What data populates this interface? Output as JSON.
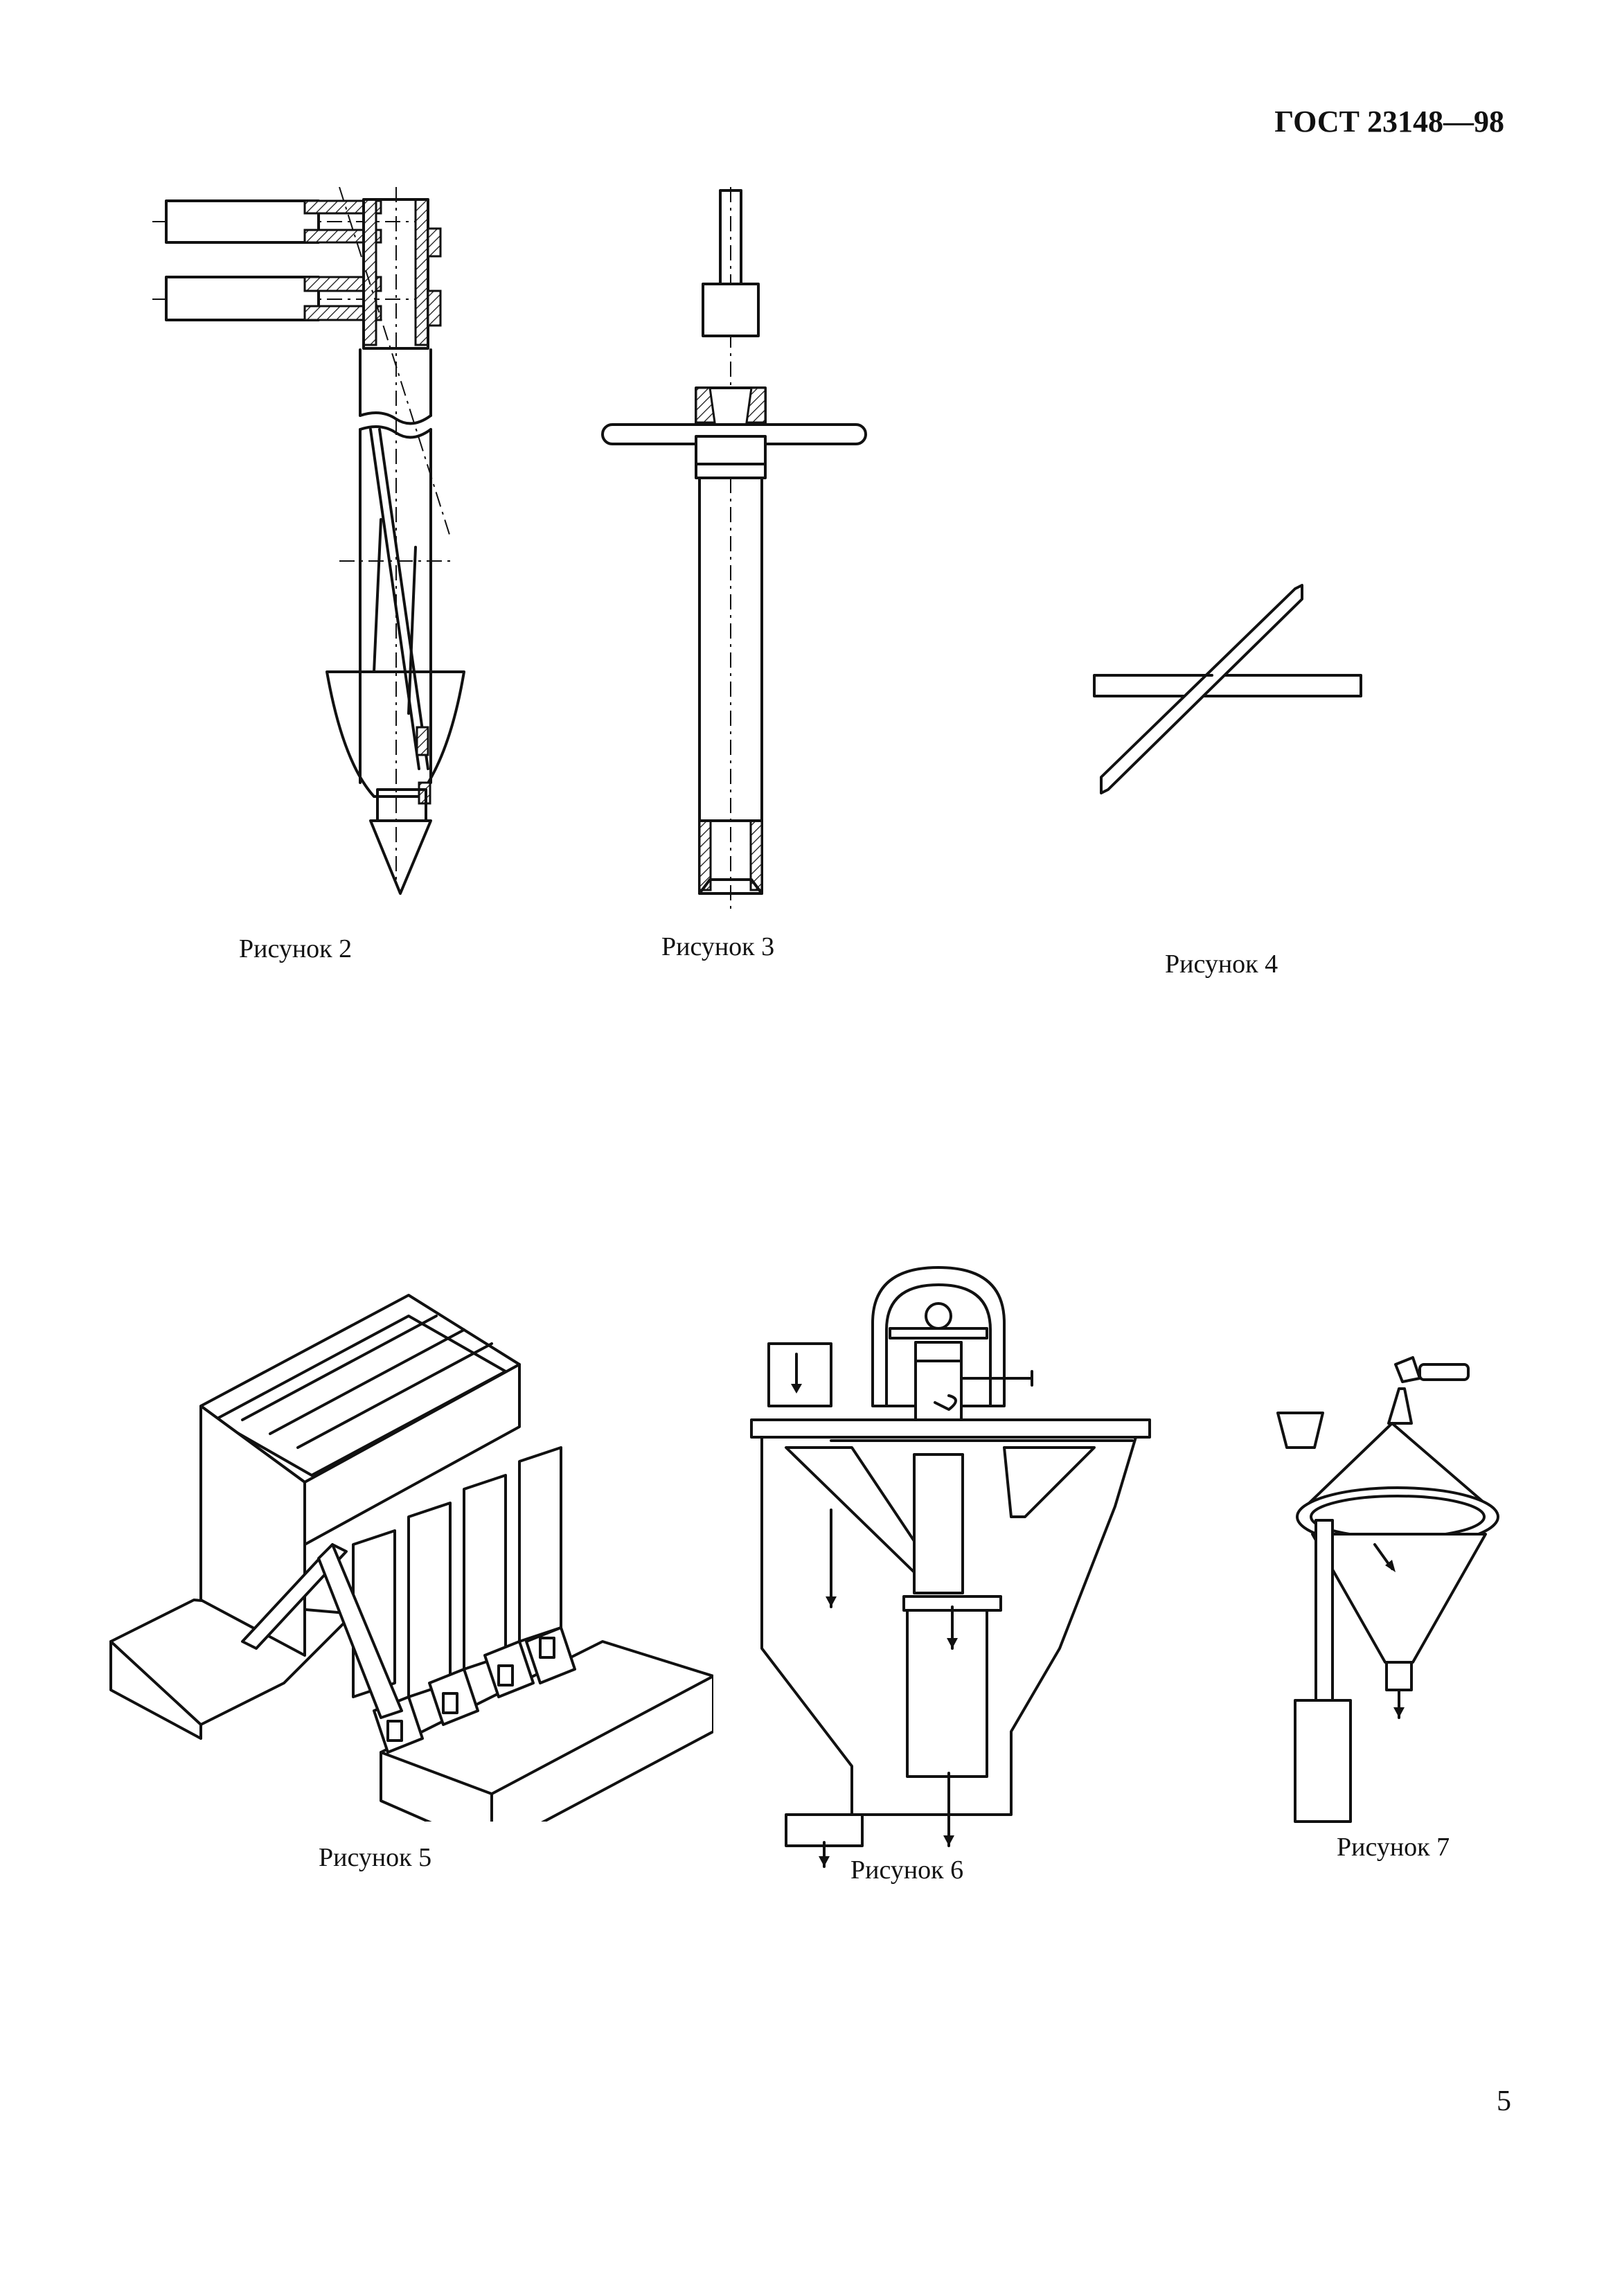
{
  "header": {
    "doc_code": "ГОСТ 23148—98"
  },
  "figures": [
    {
      "caption": "Рисунок 2",
      "depicts": "sampling-probe-with-side-tubes"
    },
    {
      "caption": "Рисунок 3",
      "depicts": "sampling-tube-with-handle"
    },
    {
      "caption": "Рисунок 4",
      "depicts": "cross-divider"
    },
    {
      "caption": "Рисунок 5",
      "depicts": "riffle-sample-divider"
    },
    {
      "caption": "Рисунок 6",
      "depicts": "rotary-sample-divider"
    },
    {
      "caption": "Рисунок 7",
      "depicts": "conical-sample-divider"
    }
  ],
  "footer": {
    "page_number": "5"
  },
  "colors": {
    "ink": "#111111",
    "paper": "#ffffff"
  }
}
